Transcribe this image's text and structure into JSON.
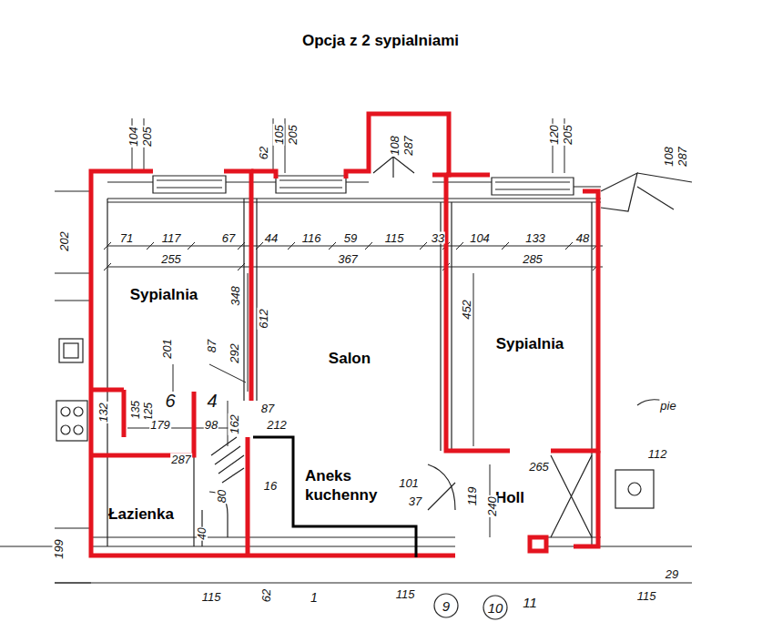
{
  "diagram": {
    "title": "Opcja z 2 sypialniami",
    "labels": [
      "104",
      "205",
      "62",
      "105",
      "205",
      "108",
      "287",
      "120",
      "205",
      "108",
      "287",
      "202",
      "71",
      "117",
      "67",
      "44",
      "116",
      "59",
      "115",
      "33",
      "104",
      "133",
      "48",
      "255",
      "367",
      "285",
      "348",
      "612",
      "452",
      "Sypialnia",
      "Salon",
      "Sypialnia",
      "Aneks kuchenny",
      "Łazienka",
      "Holl",
      "201",
      "87",
      "292",
      "6",
      "4",
      "135",
      "125",
      "132",
      "179",
      "98",
      "162",
      "87",
      "212",
      "265",
      "112",
      "287",
      "16",
      "80",
      "101",
      "37",
      "119",
      "240",
      "40",
      "199",
      "115",
      "62",
      "1",
      "115",
      "9",
      "10",
      "11",
      "29",
      "115",
      "pie"
    ]
  }
}
